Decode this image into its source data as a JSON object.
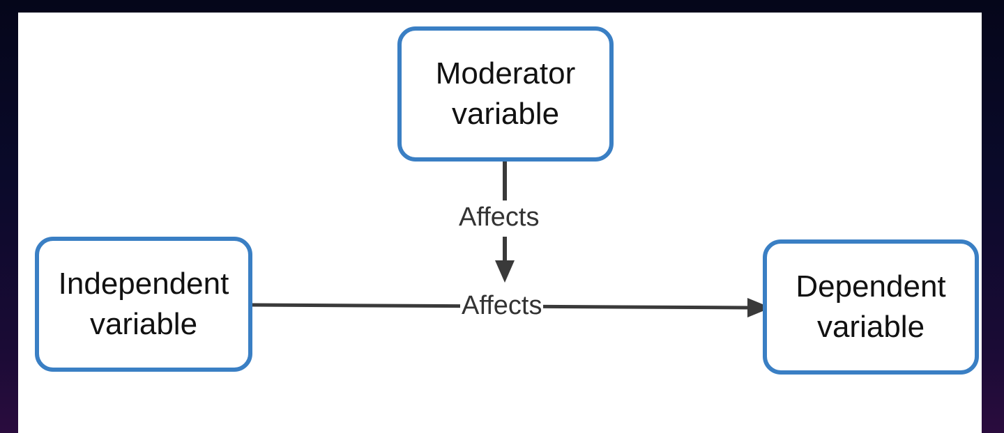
{
  "nodes": {
    "moderator": {
      "line1": "Moderator",
      "line2": "variable"
    },
    "independent": {
      "line1": "Independent",
      "line2": "variable"
    },
    "dependent": {
      "line1": "Dependent",
      "line2": "variable"
    }
  },
  "edges": {
    "moderator_to_main": {
      "label": "Affects"
    },
    "independent_to_dependent": {
      "label": "Affects"
    }
  },
  "colors": {
    "node_border": "#3a7fc4",
    "arrow": "#3a3a3a"
  }
}
